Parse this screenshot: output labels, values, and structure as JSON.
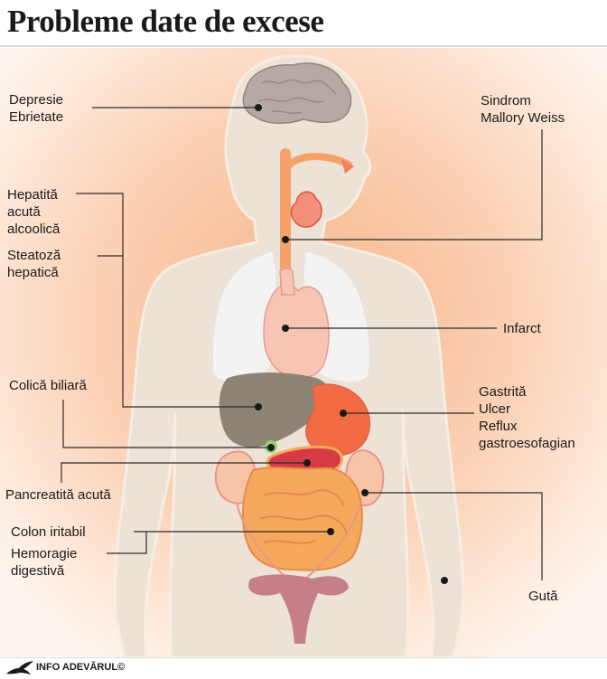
{
  "title": "Probleme date de excese",
  "footer": {
    "credit": "INFO ADEVĂRUL©"
  },
  "icons": {
    "brand": "eagle-icon"
  },
  "colors": {
    "background_glow": "#f7b48a",
    "body": "#ece2d6",
    "brain": "#b5aaa3",
    "heart": "#f8c4b4",
    "liver": "#8e8476",
    "stomach": "#f26b43",
    "intestine": "#f5a95c",
    "lungs": "#f2f2f2",
    "uterus": "#c57e8a"
  },
  "labels": {
    "depression": [
      "Depresie",
      "Ebrietate"
    ],
    "mallory_weiss": [
      "Sindrom",
      "Mallory Weiss"
    ],
    "hepatitis": [
      "Hepatită",
      "acută",
      "alcoolică"
    ],
    "steatosis": [
      "Steatoză",
      "hepatică"
    ],
    "infarct": [
      "Infarct"
    ],
    "biliary_colic": [
      "Colică biliară"
    ],
    "gastric": [
      "Gastrită",
      "Ulcer",
      "Reflux",
      "gastroesofagian"
    ],
    "pancreatitis": [
      "Pancreatită acută"
    ],
    "colon": [
      "Colon iritabil"
    ],
    "hemorrhage": [
      "Hemoragie",
      "digestivă"
    ],
    "gout": [
      "Gută"
    ]
  }
}
